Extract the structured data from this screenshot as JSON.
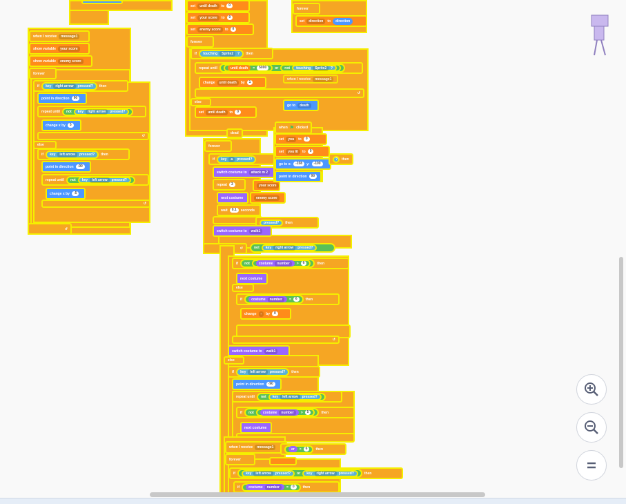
{
  "scripts": {
    "when_message1": {
      "hat": "when I receive",
      "message": "message1",
      "show1": "show variable",
      "show1_var": "your score",
      "show2": "show variable",
      "show2_var": "enemy score",
      "forever": "forever",
      "if": "if",
      "key": "key",
      "right_arrow": "right arrow",
      "pressed": "pressed?",
      "then": "then",
      "point": "point in direction",
      "dir90": "90",
      "repeat_until": "repeat until",
      "not": "not",
      "change_x": "change x by",
      "x5": "5",
      "else": "else",
      "left_arrow": "left arrow",
      "dir_neg90": "-90",
      "x_neg5": "-5"
    },
    "top_var_script": {
      "set": "set",
      "to": "to",
      "by": "by",
      "until_death": "until death",
      "your_score": "your score",
      "enemy_score": "enemy score",
      "zero": "0",
      "one": "1",
      "forever": "forever",
      "if": "if",
      "touching": "touching",
      "sprite2": "Sprite2",
      "q": "?",
      "then": "then",
      "repeat_until": "repeat until",
      "eq": "=",
      "v5000": "5000",
      "or": "or",
      "not": "not",
      "change": "change",
      "else": "else",
      "hidden_when": "when I receive",
      "hidden_msg": "message1"
    },
    "dir_script": {
      "forever": "forever",
      "set": "set",
      "direction": "direction",
      "to": "to",
      "direction_val": "direction"
    },
    "goto_death": {
      "goto": "go to",
      "target": "death"
    },
    "flag_script": {
      "hat": "when",
      "clicked": "clicked",
      "set": "set",
      "you": "you",
      "you_lit": "you lit",
      "to": "to",
      "zero": "0",
      "goto": "go to x:",
      "x": "-158",
      "y_label": "y:",
      "y": "-100",
      "point": "point in direction",
      "dir": "90",
      "q": "?",
      "then": "then"
    },
    "attack_script": {
      "forever": "forever",
      "if": "if",
      "key": "key",
      "a": "a",
      "pressed": "pressed?",
      "switch": "switch costume to",
      "attack": "attack m 2",
      "repeat": "repeat",
      "n3": "3",
      "your_score": "your score",
      "next": "next costume",
      "enemy_score": "enemy score",
      "wait": "wait",
      "wait_val": "0.1",
      "seconds": "seconds",
      "walk1": "walk1",
      "then": "then",
      "dead": "dead"
    },
    "main_walk_script": {
      "not": "not",
      "key": "key",
      "right_arrow": "right arrow",
      "pressed": "pressed?",
      "if": "if",
      "costume": "costume",
      "number": "number",
      "gt": ">",
      "six": "6",
      "then": "then",
      "next": "next costume",
      "else": "else",
      "eq": "=",
      "change": "change",
      "minus": "-",
      "by": "by",
      "zero": "0",
      "switch": "switch costume to",
      "walk1": "walk1",
      "left_arrow": "left arrow",
      "point": "point in direction",
      "dir_neg90": "-90",
      "repeat_until": "repeat until",
      "five": "5"
    },
    "bottom_script": {
      "hat": "when I receive",
      "message": "message1",
      "forever": "forever",
      "er": "er",
      "six": "6",
      "then": "then",
      "if": "if",
      "key": "key",
      "left_arrow": "left arrow",
      "pressed": "pressed?",
      "or": "or",
      "right_arrow": "right arrow",
      "costume": "costume",
      "number": "number",
      "eq": "=",
      "zero": "0"
    }
  },
  "zoom": {
    "in": "zoom-in",
    "out": "zoom-out",
    "reset": "zoom-reset"
  },
  "colors": {
    "events": "#f6a623",
    "variables": "#ff8c1a",
    "motion": "#4c97ff",
    "looks": "#9966ff",
    "sensing": "#5cb1d6",
    "operators": "#59c059",
    "glow": "#f5ef00"
  }
}
